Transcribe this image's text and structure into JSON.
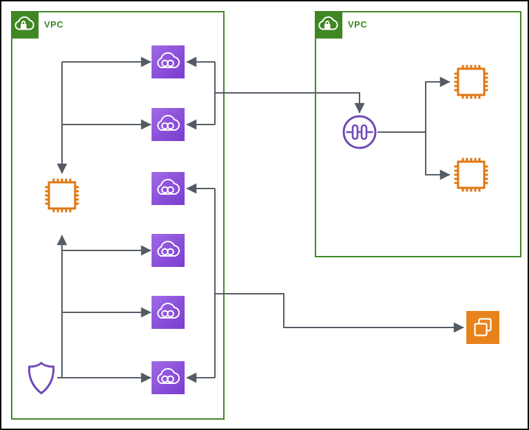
{
  "colors": {
    "background": "#FFFFFF",
    "outer_border": "#000000",
    "vpc_green": "#3F8624",
    "edge_gray": "#545B64",
    "endpoint_purple_light": "#A16BE8",
    "endpoint_purple_dark": "#7A3DD0",
    "ec2_orange": "#E07612",
    "gateway_purple": "#7048B8",
    "shield_purple": "#7048B8",
    "service_orange": "#E8831C"
  },
  "left_vpc": {
    "label": "VPC",
    "group_icon": "vpc-cloud-lock-icon",
    "nodes": [
      {
        "id": "interface-endpoint-1",
        "icon": "privatelink-endpoint-icon"
      },
      {
        "id": "interface-endpoint-2",
        "icon": "privatelink-endpoint-icon"
      },
      {
        "id": "interface-endpoint-3",
        "icon": "privatelink-endpoint-icon"
      },
      {
        "id": "interface-endpoint-4",
        "icon": "privatelink-endpoint-icon"
      },
      {
        "id": "interface-endpoint-5",
        "icon": "privatelink-endpoint-icon"
      },
      {
        "id": "interface-endpoint-6",
        "icon": "privatelink-endpoint-icon"
      },
      {
        "id": "ec2-instance-a",
        "icon": "ec2-chip-icon"
      },
      {
        "id": "security-shield",
        "icon": "shield-icon"
      }
    ]
  },
  "right_vpc": {
    "label": "VPC",
    "group_icon": "vpc-cloud-lock-icon",
    "nodes": [
      {
        "id": "transit-gateway",
        "icon": "transit-gateway-icon"
      },
      {
        "id": "ec2-instance-b",
        "icon": "ec2-chip-icon"
      },
      {
        "id": "ec2-instance-c",
        "icon": "ec2-chip-icon"
      }
    ]
  },
  "external": {
    "nodes": [
      {
        "id": "aws-service",
        "icon": "overlapping-squares-icon"
      }
    ]
  },
  "edges": [
    {
      "from": "ec2-instance-a",
      "to": "interface-endpoint-1"
    },
    {
      "from": "ec2-instance-a",
      "to": "interface-endpoint-2"
    },
    {
      "from": "endpoint-bus",
      "to": "ec2-instance-a"
    },
    {
      "from": "transit-gateway-link",
      "to": "interface-endpoint-1"
    },
    {
      "from": "transit-gateway-link",
      "to": "interface-endpoint-2"
    },
    {
      "from": "interface-endpoints-1-2",
      "to": "transit-gateway"
    },
    {
      "from": "transit-gateway",
      "to": "ec2-instance-b"
    },
    {
      "from": "transit-gateway",
      "to": "ec2-instance-c"
    },
    {
      "from": "service-link",
      "to": "interface-endpoint-3"
    },
    {
      "from": "service-link",
      "to": "interface-endpoint-6"
    },
    {
      "from": "service-link",
      "to": "aws-service"
    },
    {
      "from": "security-shield",
      "to": "interface-endpoint-4"
    },
    {
      "from": "security-shield",
      "to": "interface-endpoint-5"
    },
    {
      "from": "security-shield",
      "to": "interface-endpoint-6"
    },
    {
      "from": "security-shield",
      "to": "ec2-instance-a"
    }
  ]
}
